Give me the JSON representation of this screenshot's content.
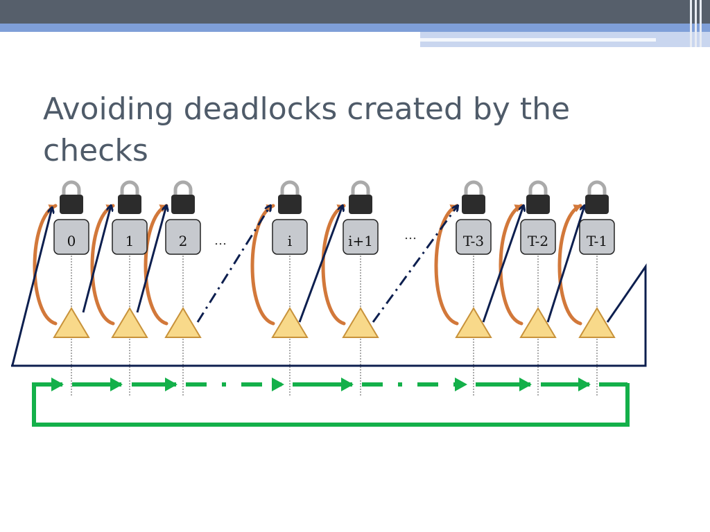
{
  "slide": {
    "title": "Avoiding deadlocks created by the checks"
  },
  "threads": [
    {
      "label": "0"
    },
    {
      "label": "1"
    },
    {
      "label": "2"
    },
    {
      "label": "i"
    },
    {
      "label": "i+1"
    },
    {
      "label": "T-3"
    },
    {
      "label": "T-2"
    },
    {
      "label": "T-1"
    }
  ],
  "ellipses": [
    "…",
    "…"
  ],
  "colors": {
    "header_dark": "#565f6b",
    "header_blue": "#7f9fd8",
    "title": "#4f5b69",
    "navy_arrow": "#0d1f4f",
    "orange_arrow": "#d2783a",
    "green_arrow": "#14b04a",
    "triangle_fill": "#f8d98a",
    "triangle_stroke": "#c8923a",
    "box_fill": "#c6c9ce",
    "lock_body": "#2c2c2c"
  },
  "icons": [
    "lock-icon",
    "triangle-marker"
  ]
}
